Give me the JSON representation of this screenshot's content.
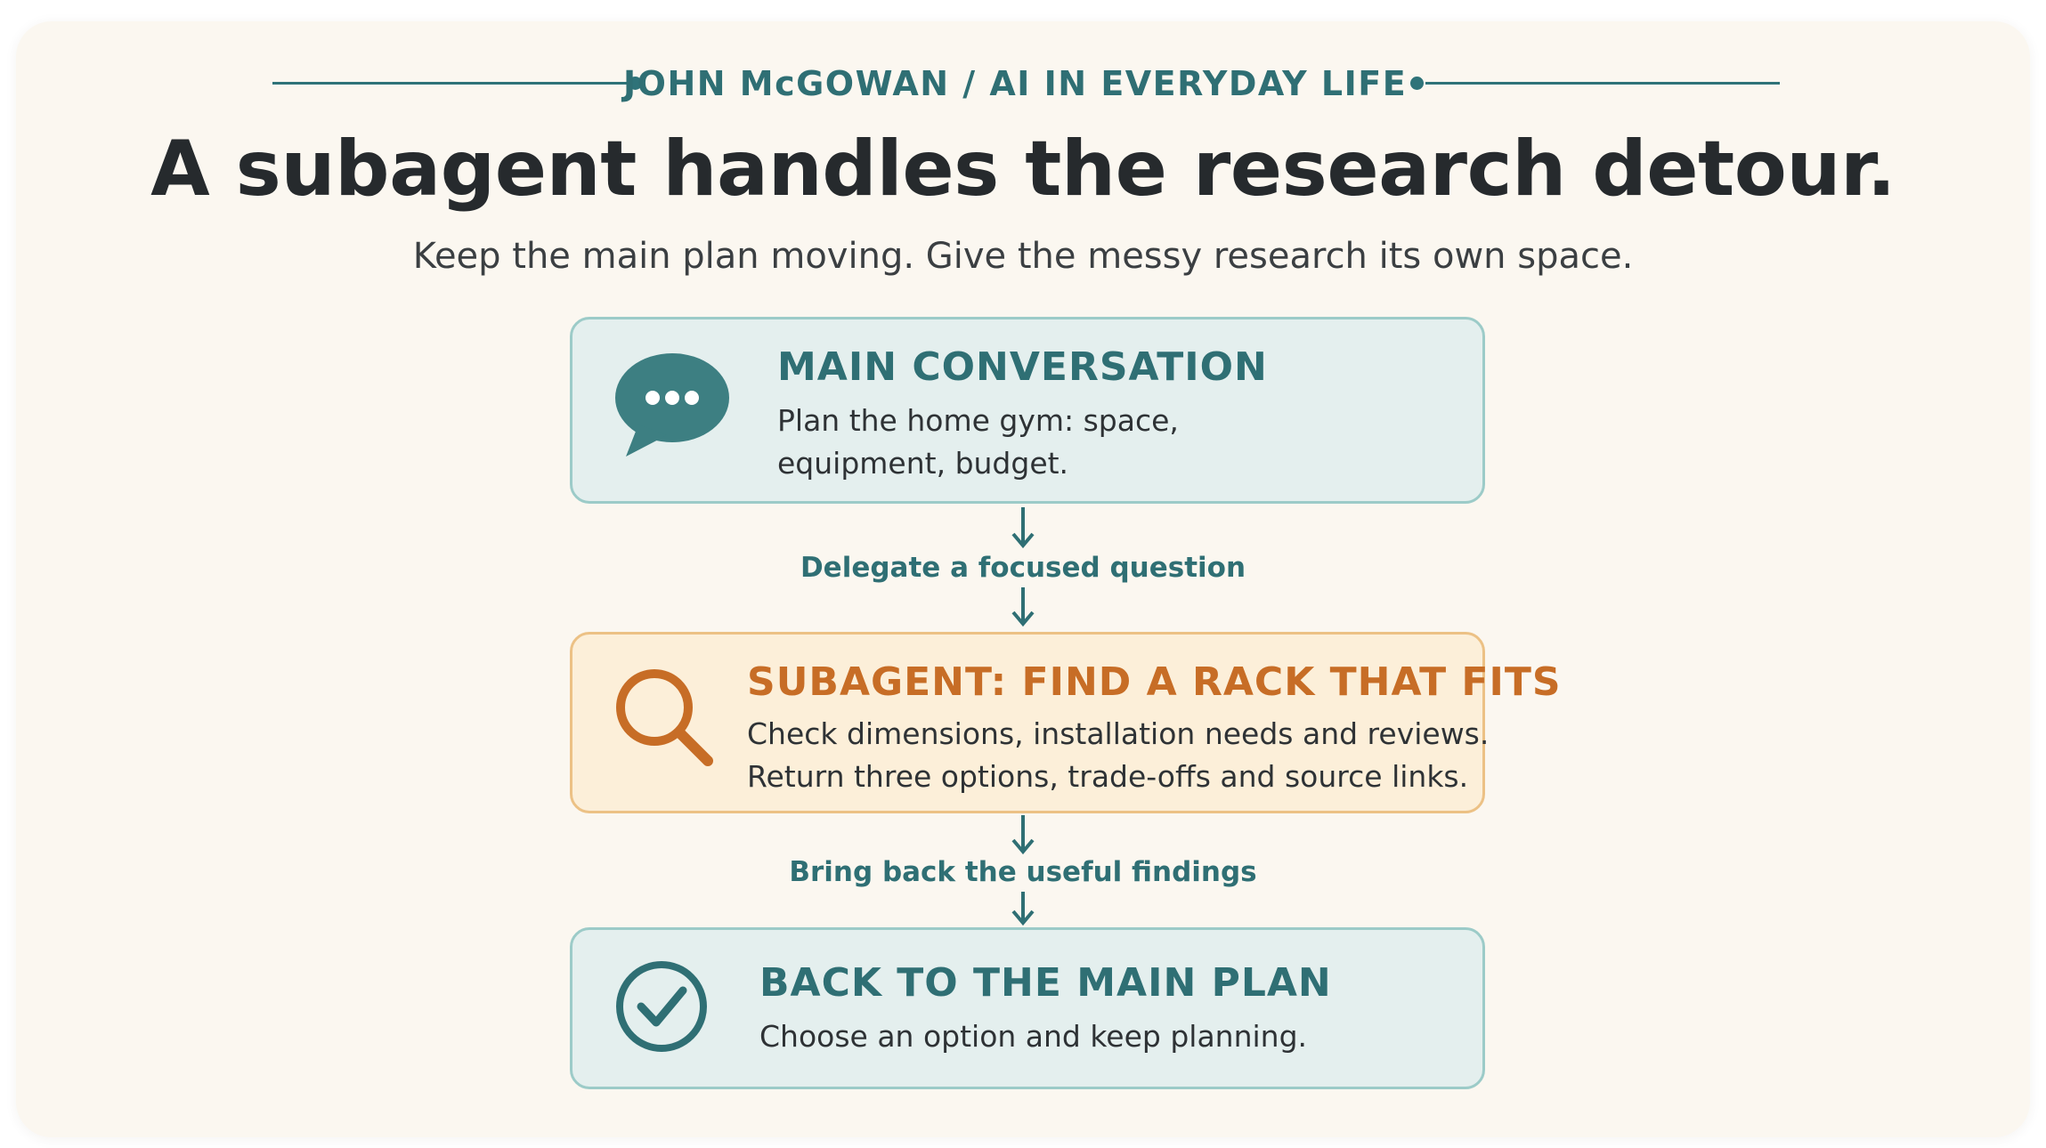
{
  "header": {
    "byline": "JOHN McGOWAN / AI IN EVERYDAY LIFE",
    "title": "A subagent handles the research detour.",
    "subtitle": "Keep the main plan moving. Give the messy research its own space."
  },
  "steps": [
    {
      "icon": "speech-bubble-icon",
      "title": "MAIN CONVERSATION",
      "lines": [
        "Plan the home gym: space,",
        "equipment, budget."
      ]
    },
    {
      "icon": "magnifier-icon",
      "title": "SUBAGENT: FIND A RACK THAT FITS",
      "lines": [
        "Check dimensions, installation needs and reviews.",
        "Return three options, trade-offs and source links."
      ]
    },
    {
      "icon": "check-circle-icon",
      "title": "BACK TO THE MAIN PLAN",
      "lines": [
        "Choose an option and keep planning."
      ]
    }
  ],
  "connectors": [
    {
      "label": "Delegate a focused question"
    },
    {
      "label": "Bring back the useful findings"
    }
  ],
  "colors": {
    "teal": "#2f6f74",
    "amber": "#c76d26",
    "background": "#fbf7f0"
  }
}
